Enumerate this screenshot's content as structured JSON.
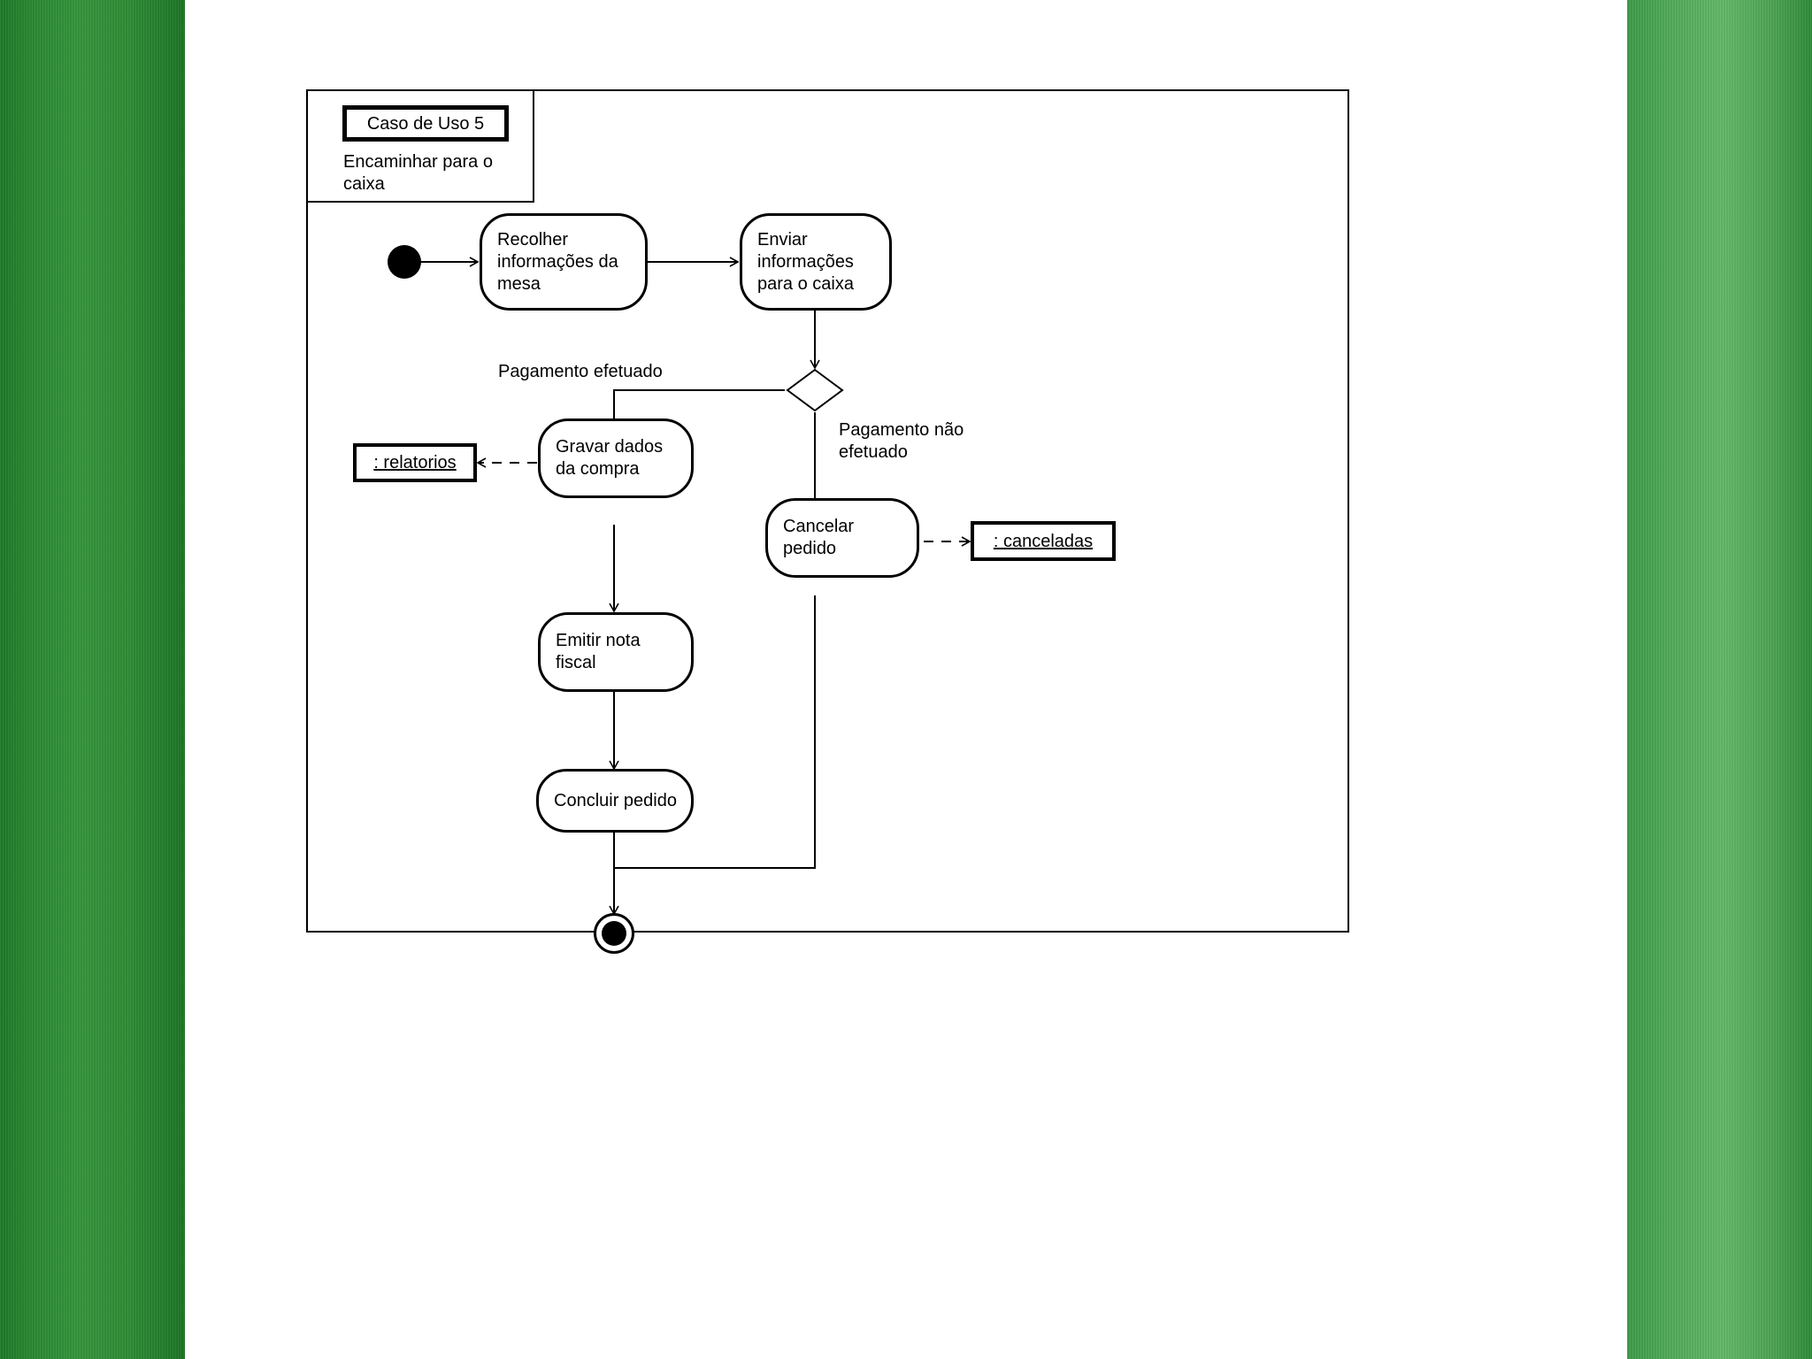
{
  "slide": {
    "background_color": "#ffffff",
    "left_band_color": "#2a8a32",
    "right_band_color": "#55ad5c"
  },
  "diagram": {
    "type": "uml-activity-diagram",
    "frame": {
      "badge_label": "Caso de Uso 5",
      "subtitle": "Encaminhar para o caixa"
    },
    "nodes": [
      {
        "id": "start",
        "kind": "initial-node",
        "label": ""
      },
      {
        "id": "recolher",
        "kind": "action",
        "label": "Recolher informações da mesa"
      },
      {
        "id": "enviar",
        "kind": "action",
        "label": "Enviar informações para o caixa"
      },
      {
        "id": "decision",
        "kind": "decision",
        "label": ""
      },
      {
        "id": "gravar",
        "kind": "action",
        "label": "Gravar dados da compra"
      },
      {
        "id": "cancelar",
        "kind": "action",
        "label": "Cancelar pedido"
      },
      {
        "id": "emitir",
        "kind": "action",
        "label": "Emitir nota fiscal"
      },
      {
        "id": "concluir",
        "kind": "action",
        "label": "Concluir pedido"
      },
      {
        "id": "end",
        "kind": "final-node",
        "label": ""
      }
    ],
    "objects": [
      {
        "id": "relatorios",
        "label": ": relatorios"
      },
      {
        "id": "canceladas",
        "label": ": canceladas"
      }
    ],
    "guards": {
      "pagamento_efetuado": "Pagamento efetuado",
      "pagamento_nao_efetuado": "Pagamento não efetuado"
    }
  }
}
